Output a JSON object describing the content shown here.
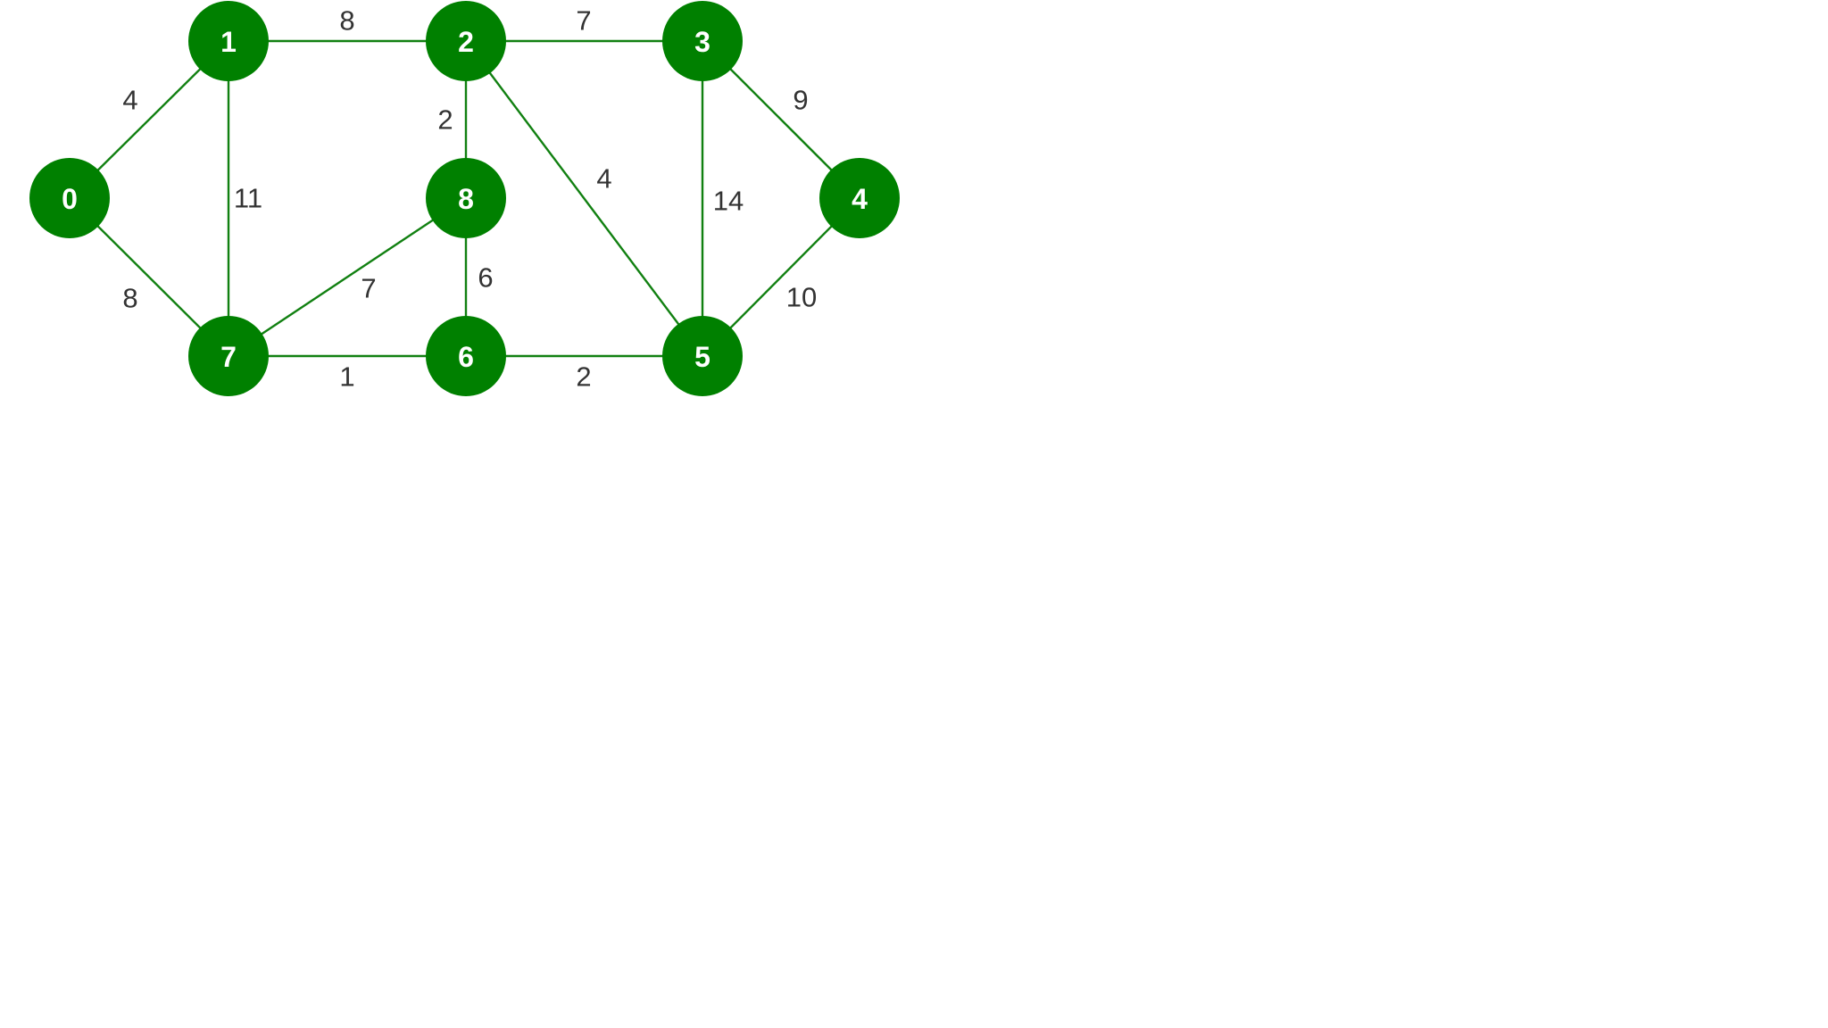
{
  "graph": {
    "colors": {
      "node_fill": "#008000",
      "node_text": "#ffffff",
      "edge_stroke": "#118011",
      "weight_text": "#333333"
    },
    "nodes": [
      {
        "id": "0",
        "label": "0"
      },
      {
        "id": "1",
        "label": "1"
      },
      {
        "id": "2",
        "label": "2"
      },
      {
        "id": "3",
        "label": "3"
      },
      {
        "id": "4",
        "label": "4"
      },
      {
        "id": "5",
        "label": "5"
      },
      {
        "id": "6",
        "label": "6"
      },
      {
        "id": "7",
        "label": "7"
      },
      {
        "id": "8",
        "label": "8"
      }
    ],
    "edges": [
      {
        "from": "0",
        "to": "1",
        "weight": "4"
      },
      {
        "from": "0",
        "to": "7",
        "weight": "8"
      },
      {
        "from": "1",
        "to": "2",
        "weight": "8"
      },
      {
        "from": "1",
        "to": "7",
        "weight": "11"
      },
      {
        "from": "2",
        "to": "3",
        "weight": "7"
      },
      {
        "from": "2",
        "to": "8",
        "weight": "2"
      },
      {
        "from": "2",
        "to": "5",
        "weight": "4"
      },
      {
        "from": "3",
        "to": "4",
        "weight": "9"
      },
      {
        "from": "3",
        "to": "5",
        "weight": "14"
      },
      {
        "from": "4",
        "to": "5",
        "weight": "10"
      },
      {
        "from": "5",
        "to": "6",
        "weight": "2"
      },
      {
        "from": "6",
        "to": "7",
        "weight": "1"
      },
      {
        "from": "6",
        "to": "8",
        "weight": "6"
      },
      {
        "from": "7",
        "to": "8",
        "weight": "7"
      }
    ]
  }
}
